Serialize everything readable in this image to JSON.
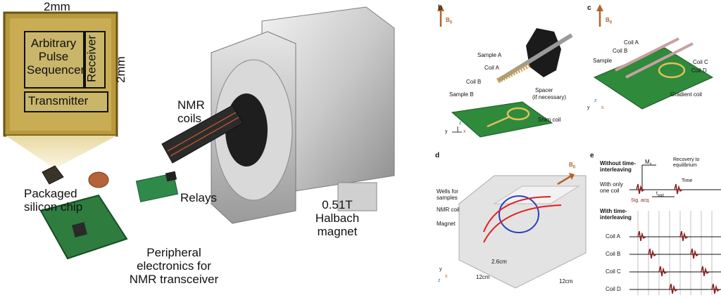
{
  "photo": {
    "chip_width": "2mm",
    "chip_height": "2mm",
    "blocks": [
      "Arbitrary Pulse Sequencer",
      "Receiver",
      "Transmitter"
    ],
    "labels": {
      "nmr_coils": "NMR coils",
      "packaged_chip": "Packaged silicon chip",
      "relays": "Relays",
      "magnet": "0.51T Halbach magnet",
      "peripheral": "Peripheral electronics for NMR transceiver"
    }
  },
  "panel_b": {
    "letter": "b",
    "field": "B",
    "field_sub": "0",
    "labels": [
      "Sample A",
      "Coil A",
      "Coil B",
      "Sample B",
      "Spacer",
      "(if necessary)",
      "Shim coil"
    ],
    "axes": [
      "y",
      "z",
      "x"
    ]
  },
  "panel_c": {
    "letter": "c",
    "field": "B",
    "field_sub": "0",
    "labels": [
      "Coil A",
      "Coil B",
      "Sample",
      "Coil C",
      "Coil D",
      "Gradient coil"
    ],
    "axes": [
      "y",
      "z",
      "x"
    ]
  },
  "panel_d": {
    "letter": "d",
    "field": "B",
    "field_sub": "0",
    "labels": [
      "Wells for samples",
      "NMR coil",
      "Magnet"
    ],
    "dims": [
      "2.6cm",
      "12cm",
      "12cm"
    ],
    "axes": [
      "y",
      "x",
      "z"
    ]
  },
  "panel_e": {
    "letter": "e",
    "without_title": "Without time-interleaving",
    "mz_label": "M",
    "mz_sub": "z",
    "recovery": "Recovery to equilibrium",
    "time": "Time",
    "one_coil": "With only one coil",
    "sig_acq": "Sig. acq.",
    "t_wait": "t",
    "t_wait_sub": "wait",
    "with_title": "With time-interleaving",
    "coils": [
      "Coil A",
      "Coil B",
      "Coil C",
      "Coil D"
    ]
  }
}
